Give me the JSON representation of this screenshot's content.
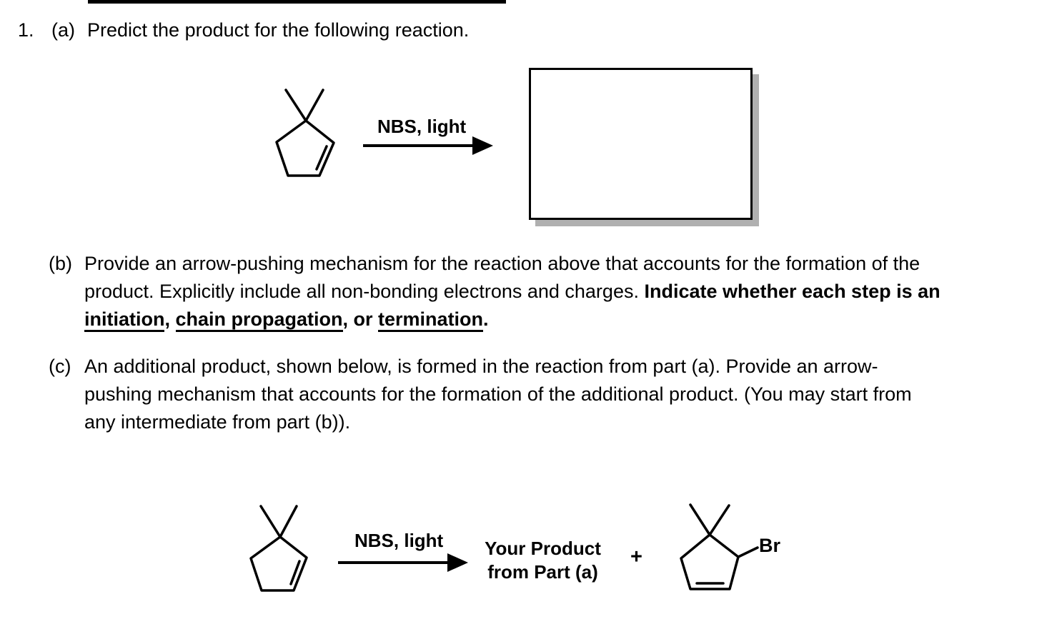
{
  "question": {
    "number": "1.",
    "part_a": {
      "label": "(a)",
      "text": "Predict the product for the following reaction.",
      "reagent": "NBS, light"
    },
    "part_b": {
      "label": "(b)",
      "line1": "Provide an arrow-pushing mechanism for the reaction above that accounts for the formation of the",
      "line2_regular": "product. Explicitly include all non-bonding electrons and charges. ",
      "line2_bold": "Indicate whether each step is an",
      "line3": {
        "term1": "initiation",
        "sep1": ", ",
        "term2": "chain propagation",
        "sep2": ", or ",
        "term3": "termination",
        "period": "."
      }
    },
    "part_c": {
      "label": "(c)",
      "line1": "An additional product, shown below, is formed in the reaction from part (a). Provide an arrow-",
      "line2": "pushing mechanism that accounts for the formation of the additional product. (You may start from",
      "line3": "any intermediate from part (b))."
    },
    "scheme_c": {
      "reagent": "NBS, light",
      "product_ref_line1": "Your Product",
      "product_ref_line2": "from Part (a)",
      "plus": "+",
      "bromide_label": "Br"
    }
  },
  "colors": {
    "ink": "#000000",
    "box_shadow": "#b0b0b0",
    "background": "#ffffff"
  }
}
